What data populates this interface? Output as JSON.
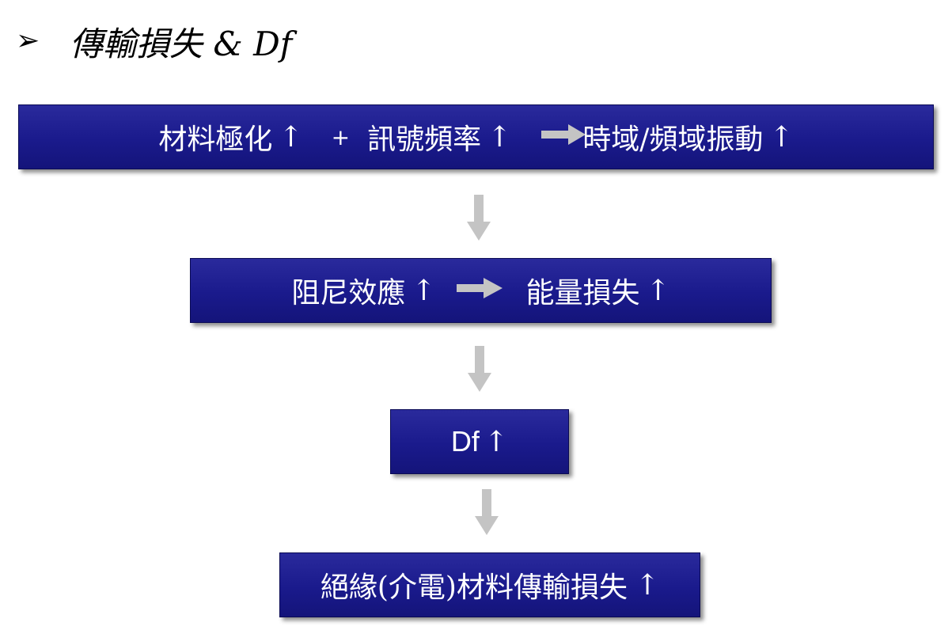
{
  "title": {
    "bullet": "➢",
    "text": "傳輸損失 & Df"
  },
  "flow": {
    "step1": {
      "part_a": "材料極化",
      "up_a": "↑",
      "plus": "+",
      "part_b": "訊號頻率",
      "up_b": "↑",
      "part_c": "時域/頻域振動",
      "up_c": "↑"
    },
    "step2": {
      "part_a": "阻尼效應",
      "up_a": "↑",
      "part_b": "能量損失",
      "up_b": "↑"
    },
    "step3": {
      "label": "Df",
      "up": "↑"
    },
    "step4": {
      "label": "絕緣(介電)材料傳輸損失",
      "up": "↑"
    }
  },
  "colors": {
    "box_fill": "#1e1e90",
    "arrow_gray": "#c4c4c4",
    "text": "#ffffff"
  }
}
